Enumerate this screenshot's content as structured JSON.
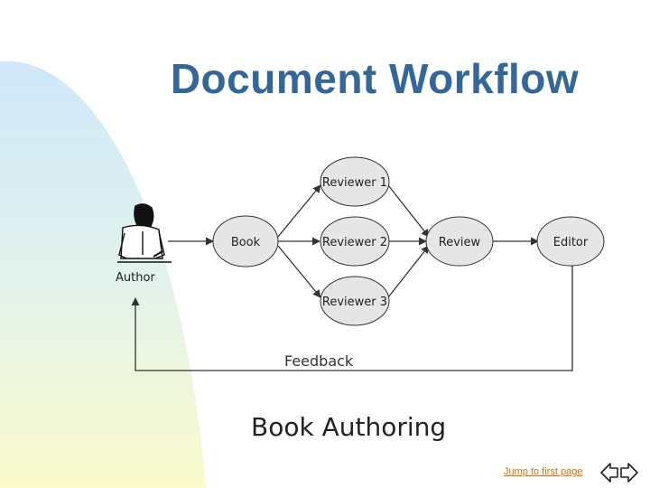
{
  "slide": {
    "title": "Document Workflow",
    "subtitle": "Book Authoring"
  },
  "diagram": {
    "author_label": "Author",
    "feedback_label": "Feedback",
    "nodes": {
      "book": "Book",
      "reviewer1": "Reviewer 1",
      "reviewer2": "Reviewer 2",
      "reviewer3": "Reviewer 3",
      "review": "Review",
      "editor": "Editor"
    }
  },
  "footer": {
    "jump_link": "Jump to first page"
  },
  "colors": {
    "title": "#336699",
    "node_fill": "#e6e6e6",
    "link": "#d4700a"
  }
}
